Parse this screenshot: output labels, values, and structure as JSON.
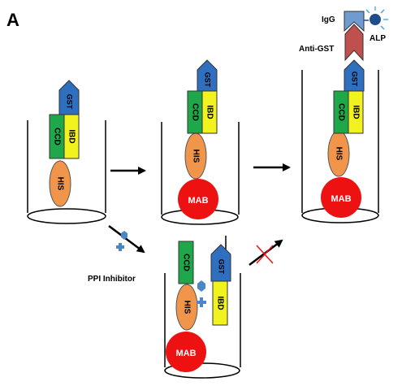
{
  "panel_label": "A",
  "labels": {
    "his": "HIS",
    "ccd": "CCD",
    "ibd": "IBD",
    "gst": "GST",
    "mab": "MAB",
    "igg": "IgG",
    "alp": "ALP",
    "anti_gst": "Anti-GST",
    "ppi_inhibitor": "PPI Inhibitor"
  },
  "colors": {
    "his": "#f0954a",
    "ccd": "#1ea84a",
    "ibd": "#f2f21e",
    "gst": "#2f6fc0",
    "mab": "#ee1111",
    "igg": "#6f9bd3",
    "anti_gst": "#c0504d",
    "alp": "#1f4e8c",
    "inhibitor": "#4a86c8",
    "block_x": "#ee1111"
  }
}
